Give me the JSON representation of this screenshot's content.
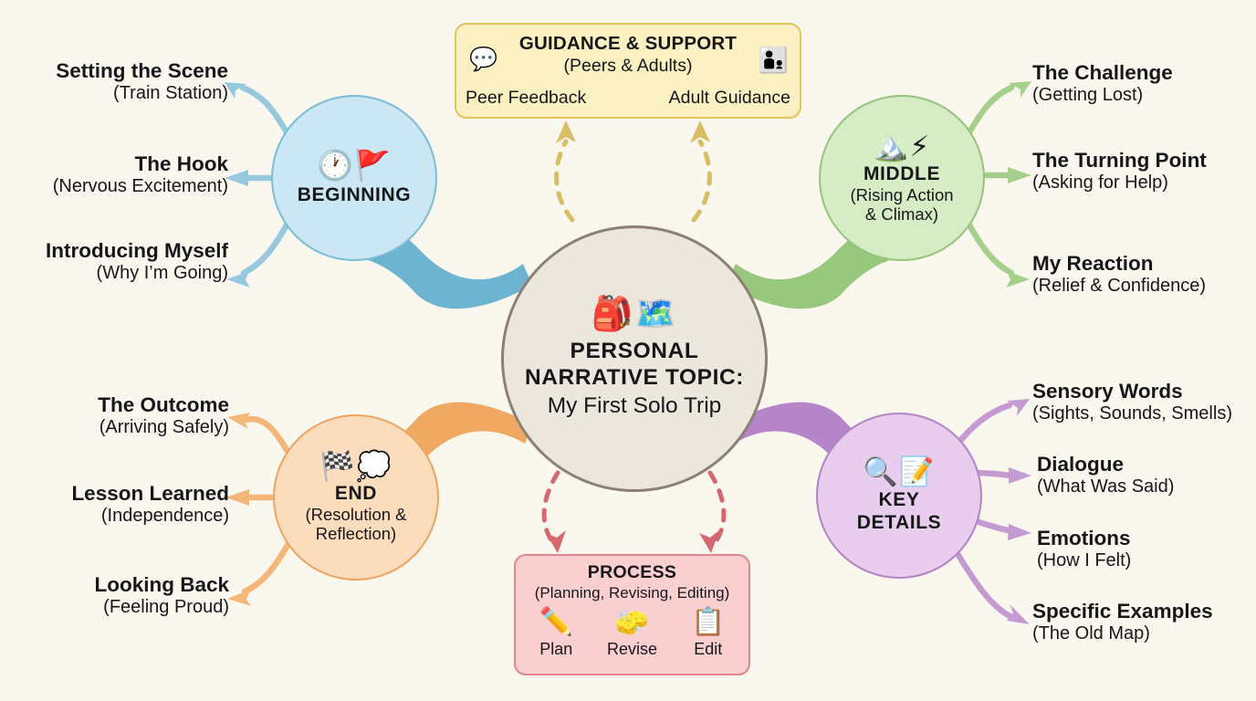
{
  "page": {
    "background_color": "#faf7ef",
    "title": "Personal Narrative Topic Mind Map"
  },
  "center": {
    "icon": "backpack-and-map-icon",
    "icon_glyph": "🎒🗺️",
    "title_line1": "PERSONAL",
    "title_line2": "NARRATIVE TOPIC:",
    "subtitle": "My First Solo Trip",
    "fill_color": "#ece7dd",
    "border_color": "#8c8075"
  },
  "branches": [
    {
      "id": "beginning",
      "icon": "clock-and-flag-icon",
      "icon_glyph": "🕐🚩",
      "title": "BEGINNING",
      "subtitle": "",
      "fill_color": "#cbe7f3",
      "border_color": "#7bbcd6",
      "connector_color": "#6cb4d0",
      "leaves": [
        {
          "main": "Setting the Scene",
          "sub": "(Train Station)"
        },
        {
          "main": "The Hook",
          "sub": "(Nervous Excitement)"
        },
        {
          "main": "Introducing Myself",
          "sub": "(Why I’m Going)"
        }
      ]
    },
    {
      "id": "middle",
      "icon": "mountain-and-lightning-icon",
      "icon_glyph": "🏔️⚡",
      "title": "MIDDLE",
      "subtitle": "(Rising Action\n& Climax)",
      "subtitle_line1": "(Rising Action",
      "subtitle_line2": "& Climax)",
      "fill_color": "#d6ecc4",
      "border_color": "#95c47c",
      "connector_color": "#98c87e",
      "leaves": [
        {
          "main": "The Challenge",
          "sub": "(Getting Lost)"
        },
        {
          "main": "The Turning Point",
          "sub": "(Asking for Help)"
        },
        {
          "main": "My Reaction",
          "sub": "(Relief & Confidence)"
        }
      ]
    },
    {
      "id": "end",
      "icon": "checkered-flag-and-thought-icon",
      "icon_glyph": "🏁💭",
      "title": "END",
      "subtitle_line1": "(Resolution &",
      "subtitle_line2": "Reflection)",
      "fill_color": "#fbddbd",
      "border_color": "#eda460",
      "connector_color": "#f0a963",
      "leaves": [
        {
          "main": "The Outcome",
          "sub": "(Arriving Safely)"
        },
        {
          "main": "Lesson Learned",
          "sub": "(Independence)"
        },
        {
          "main": "Looking Back",
          "sub": "(Feeling Proud)"
        }
      ]
    },
    {
      "id": "key-details",
      "icon": "magnifier-and-notepad-icon",
      "icon_glyph": "🔍📝",
      "title_line1": "KEY",
      "title_line2": "DETAILS",
      "fill_color": "#e8cdee",
      "border_color": "#b483c6",
      "connector_color": "#b684c8",
      "leaves": [
        {
          "main": "Sensory Words",
          "sub": "(Sights, Sounds, Smells)"
        },
        {
          "main": "Dialogue",
          "sub": "(What Was Said)"
        },
        {
          "main": "Emotions",
          "sub": "(How I Felt)"
        },
        {
          "main": "Specific Examples",
          "sub": "(The Old Map)"
        }
      ]
    }
  ],
  "guidance_box": {
    "title": "GUIDANCE & SUPPORT",
    "subtitle": "(Peers & Adults)",
    "left_icon": "speech-bubbles-people-icon",
    "left_icon_glyph": "💬",
    "right_icon": "adult-and-child-icon",
    "right_icon_glyph": "👨‍👦",
    "left_label": "Peer Feedback",
    "right_label": "Adult Guidance",
    "fill_color": "#fbf0c2",
    "border_color": "#e2c35e",
    "connector_color": "#d9bd62"
  },
  "process_box": {
    "title": "PROCESS",
    "subtitle": "(Planning, Revising, Editing)",
    "items": [
      {
        "icon": "pencil-icon",
        "icon_glyph": "✏️",
        "label": "Plan"
      },
      {
        "icon": "eraser-icon",
        "icon_glyph": "🧽",
        "label": "Revise"
      },
      {
        "icon": "clipboard-icon",
        "icon_glyph": "📋",
        "label": "Edit"
      }
    ],
    "fill_color": "#f9cfd0",
    "border_color": "#e0868c",
    "connector_color": "#d4686e"
  }
}
